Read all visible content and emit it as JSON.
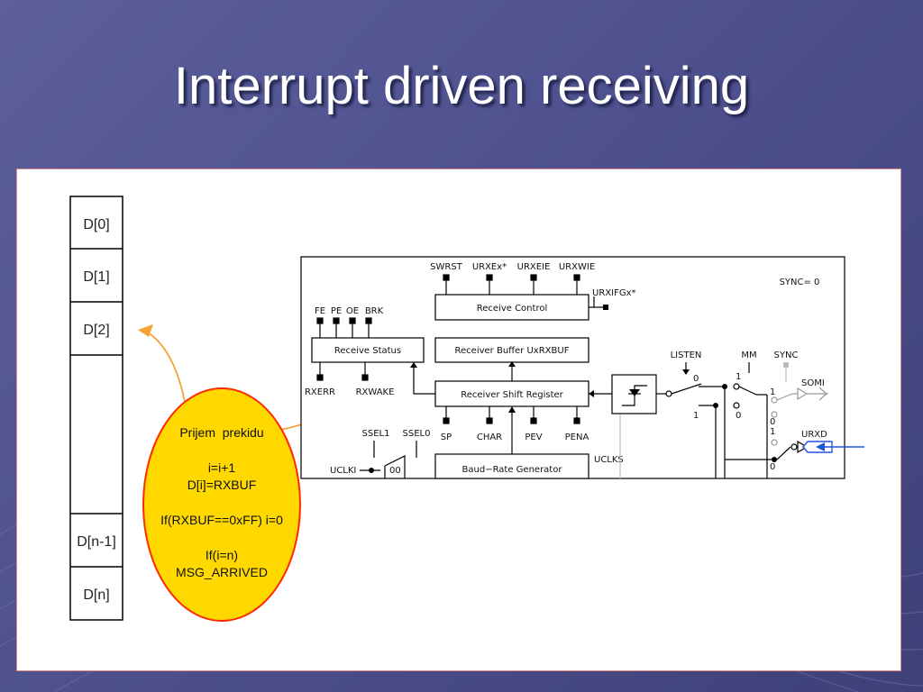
{
  "slide": {
    "title": "Interrupt driven receiving"
  },
  "buffer": {
    "cells": [
      "D[0]",
      "D[1]",
      "D[2]",
      "",
      "D[n-1]",
      "D[n]"
    ]
  },
  "isr": {
    "lines": [
      "Prijem  prekidu",
      "",
      "i=i+1",
      "D[i]=RXBUF",
      "",
      "If(RXBUF==0xFF) i=0",
      "",
      "If(i=n)",
      "MSG_ARRIVED"
    ],
    "fill_color": "#ffd800",
    "stroke_color": "#ff2a00"
  },
  "arrows": {
    "accent_color": "#f5a333",
    "input_color": "#2255dd"
  },
  "schematic": {
    "blocks": {
      "receive_control": "Receive Control",
      "receive_status": "Receive Status",
      "receiver_buffer": "Receiver Buffer UxRXBUF",
      "receiver_shift_register": "Receiver Shift Register",
      "baud_rate_generator": "Baud−Rate Generator"
    },
    "top_signals": [
      "SWRST",
      "URXEx*",
      "URXEIE",
      "URXWIE"
    ],
    "urxifg": "URXIFGx*",
    "sync_note": "SYNC= 0",
    "status_flags": [
      "FE",
      "PE",
      "OE",
      "BRK"
    ],
    "status_outputs": [
      "RXERR",
      "RXWAKE"
    ],
    "shift_outputs": [
      "SP",
      "CHAR",
      "PEV",
      "PENA"
    ],
    "clock_labels": {
      "ssel1": "SSEL1",
      "ssel0": "SSEL0",
      "uclki": "UCLKI",
      "mux00": "00",
      "uclks": "UCLKS"
    },
    "mode_labels": {
      "listen": "LISTEN",
      "mm": "MM",
      "sync": "SYNC",
      "somi": "SOMI",
      "urxd": "URXD"
    },
    "switch_values": {
      "listen_0": "0",
      "listen_1": "1",
      "mm_1": "1",
      "mm_0": "0",
      "sync_1a": "1",
      "sync_0a": "0",
      "sync_1b": "1",
      "sync_0b": "0"
    }
  }
}
